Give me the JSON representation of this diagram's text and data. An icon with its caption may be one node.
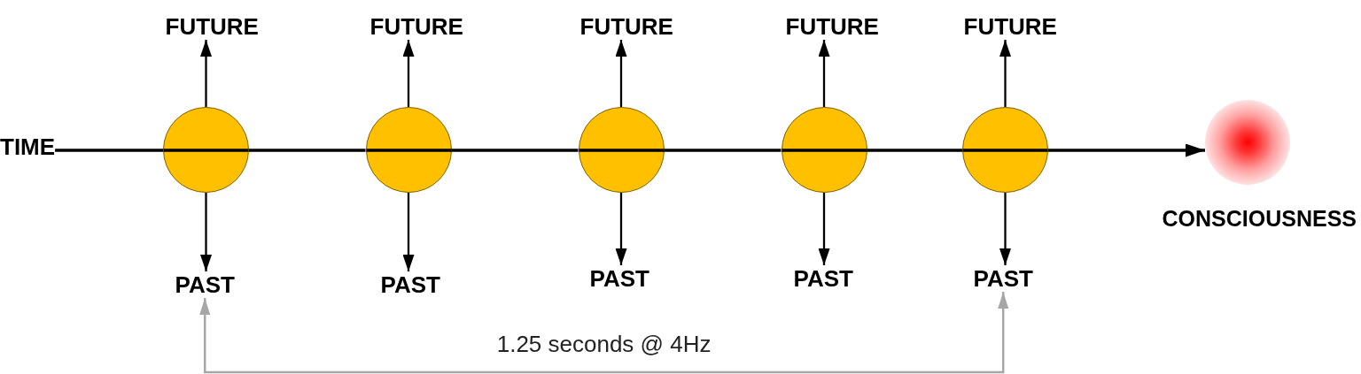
{
  "diagram": {
    "nodes": [
      {
        "text": [
          "FUTURE"
        ]
      },
      {
        "text": [
          "FUTURE"
        ]
      },
      {
        "text": [
          "FUTURE"
        ]
      },
      {
        "text": [
          "FUTURE"
        ]
      },
      {
        "text": [
          "FUTURE"
        ]
      },
      {
        "text": [
          "TIME"
        ]
      },
      {
        "text": [],
        "shape": "circle"
      },
      {
        "text": [],
        "shape": "circle"
      },
      {
        "text": [],
        "shape": "circle"
      },
      {
        "text": [],
        "shape": "circle"
      },
      {
        "text": [],
        "shape": "circle"
      },
      {
        "text": [],
        "shape": "circle",
        "beside": [
          "CONSCIOUSNESS"
        ]
      },
      {
        "text": [
          "PAST"
        ]
      },
      {
        "text": [
          "PAST"
        ]
      },
      {
        "text": [
          "PAST"
        ]
      },
      {
        "text": [
          "PAST"
        ]
      },
      {
        "text": [
          "PAST"
        ]
      }
    ],
    "edges": [
      {
        "from": 6,
        "to": 0,
        "arrow": "to"
      },
      {
        "from": 6,
        "to": 12,
        "arrow": "to"
      },
      {
        "from": 7,
        "to": 1,
        "arrow": "to"
      },
      {
        "from": 7,
        "to": 13,
        "arrow": "to"
      },
      {
        "from": 8,
        "to": 2,
        "arrow": "to"
      },
      {
        "from": 8,
        "to": 14,
        "arrow": "to"
      },
      {
        "from": 9,
        "to": 3,
        "arrow": "to"
      },
      {
        "from": 9,
        "to": 15,
        "arrow": "to"
      },
      {
        "from": 10,
        "to": 4,
        "arrow": "to"
      },
      {
        "from": 10,
        "to": 16,
        "arrow": "to"
      },
      {
        "from": 5,
        "to": 6,
        "arrow": "none"
      },
      {
        "from": 6,
        "to": 7,
        "arrow": "none"
      },
      {
        "from": 7,
        "to": 8,
        "arrow": "none"
      },
      {
        "from": 8,
        "to": 9,
        "arrow": "none"
      },
      {
        "from": 9,
        "to": 10,
        "arrow": "none"
      },
      {
        "from": 10,
        "to": 11,
        "arrow": "to"
      },
      {
        "from": 12,
        "to": 16,
        "arrow": "both",
        "label": "1.25 seconds @ 4Hz",
        "color": "#a6a6a6"
      }
    ]
  }
}
